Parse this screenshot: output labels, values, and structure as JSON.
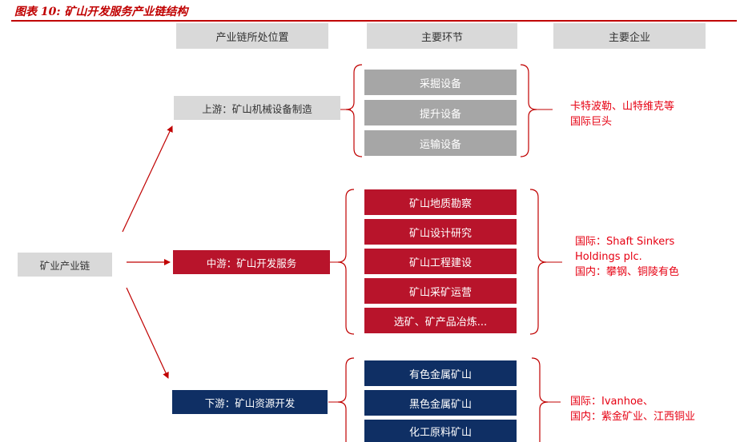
{
  "figure": {
    "title": "图表 10: 矿山开发服务产业链结构"
  },
  "headers": {
    "position": "产业链所处位置",
    "segment": "主要环节",
    "companies": "主要企业"
  },
  "root": {
    "label": "矿业产业链"
  },
  "upstream": {
    "label": "上游：矿山机械设备制造",
    "items": [
      "采掘设备",
      "提升设备",
      "运输设备"
    ],
    "companies": [
      "卡特波勒、山特维克等",
      "国际巨头"
    ]
  },
  "midstream": {
    "label": "中游：矿山开发服务",
    "items": [
      "矿山地质勘察",
      "矿山设计研究",
      "矿山工程建设",
      "矿山采矿运营",
      "选矿、矿产品冶炼..."
    ],
    "companies": [
      "国际：Shaft Sinkers",
      "Holdings plc.",
      "国内：攀钢、铜陵有色"
    ]
  },
  "downstream": {
    "label": "下游：矿山资源开发",
    "items": [
      "有色金属矿山",
      "黑色金属矿山",
      "化工原料矿山"
    ],
    "companies": [
      "国际：Ivanhoe、",
      "国内：紫金矿业、江西铜业"
    ]
  },
  "colors": {
    "title_red": "#c00000",
    "header_gray": "#d9d9d9",
    "upstream_gray": "#a6a6a6",
    "midstream_red": "#b8142b",
    "downstream_navy": "#0f2f64",
    "company_red": "#e60012"
  }
}
